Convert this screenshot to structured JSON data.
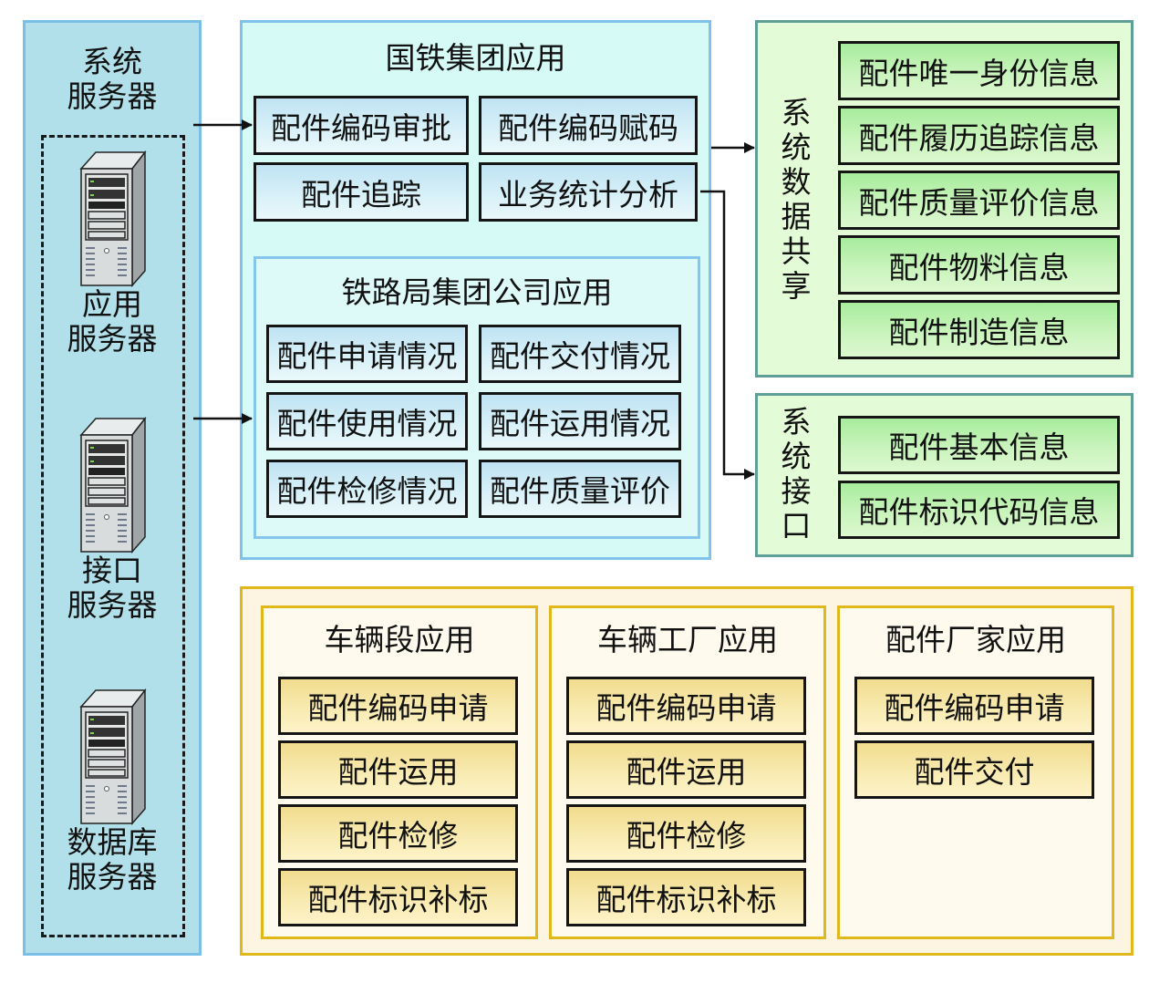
{
  "servers": {
    "title_line1": "系统",
    "title_line2": "服务器",
    "items": [
      {
        "icon": "server-tower-icon",
        "line1": "应用",
        "line2": "服务器"
      },
      {
        "icon": "server-tower-icon",
        "line1": "接口",
        "line2": "服务器"
      },
      {
        "icon": "server-tower-icon",
        "line1": "数据库",
        "line2": "服务器"
      }
    ]
  },
  "national_group": {
    "title": "国铁集团应用",
    "items": [
      "配件编码审批",
      "配件编码赋码",
      "配件追踪",
      "业务统计分析"
    ]
  },
  "railway_bureau": {
    "title": "铁路局集团公司应用",
    "items": [
      "配件申请情况",
      "配件交付情况",
      "配件使用情况",
      "配件运用情况",
      "配件检修情况",
      "配件质量评价"
    ]
  },
  "data_sharing": {
    "label": [
      "系",
      "统",
      "数",
      "据",
      "共",
      "享"
    ],
    "items": [
      "配件唯一身份信息",
      "配件履历追踪信息",
      "配件质量评价信息",
      "配件物料信息",
      "配件制造信息"
    ]
  },
  "system_interface": {
    "label": [
      "系",
      "统",
      "接",
      "口"
    ],
    "items": [
      "配件基本信息",
      "配件标识代码信息"
    ]
  },
  "bottom_apps": [
    {
      "title": "车辆段应用",
      "items": [
        "配件编码申请",
        "配件运用",
        "配件检修",
        "配件标识补标"
      ]
    },
    {
      "title": "车辆工厂应用",
      "items": [
        "配件编码申请",
        "配件运用",
        "配件检修",
        "配件标识补标"
      ]
    },
    {
      "title": "配件厂家应用",
      "items": [
        "配件编码申请",
        "配件交付"
      ]
    }
  ],
  "colors": {
    "server_bg": "#b1e0ea",
    "blue_group_border": "#7fc3ec",
    "green_group_border": "#5f9f98",
    "yellow_group_border": "#e0b81c"
  }
}
